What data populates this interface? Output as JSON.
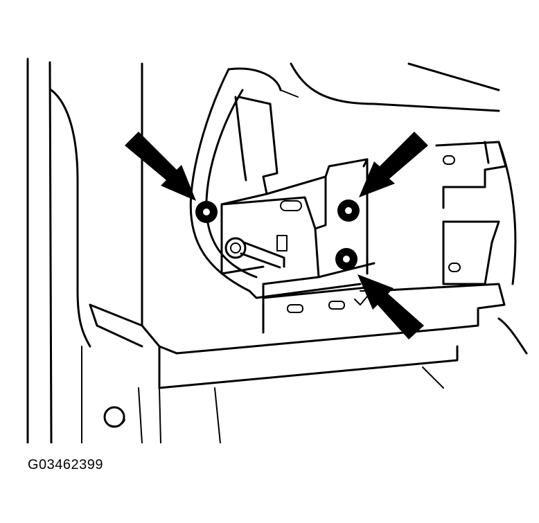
{
  "figure": {
    "code": "G03462399"
  },
  "colors": {
    "ink": "#000000",
    "background": "#ffffff"
  },
  "callouts": [
    {
      "id": "arrow-top-left",
      "points_to": "fastener-top-left"
    },
    {
      "id": "arrow-top-right",
      "points_to": "fastener-top-right"
    },
    {
      "id": "arrow-bottom-right",
      "points_to": "fastener-bottom-right"
    }
  ],
  "fasteners": [
    {
      "id": "fastener-top-left"
    },
    {
      "id": "fastener-top-right"
    },
    {
      "id": "fastener-bottom-right"
    }
  ]
}
